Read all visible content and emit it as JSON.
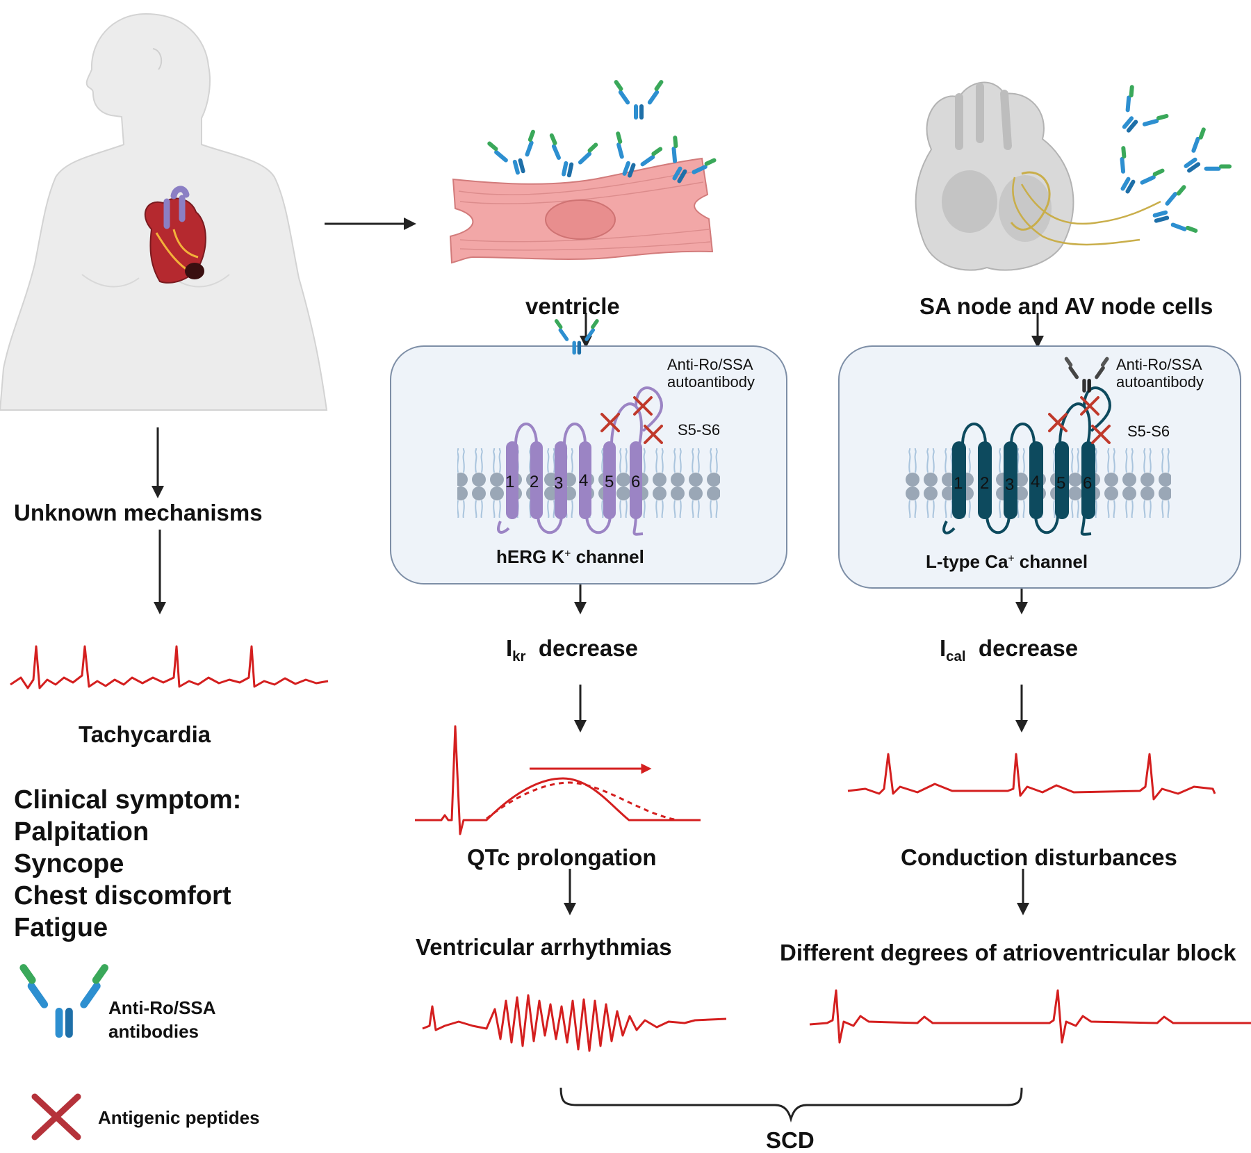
{
  "labels": {
    "ventricle": "ventricle",
    "sa_av": "SA node and AV node cells",
    "unknown": "Unknown mechanisms",
    "tachycardia": "Tachycardia",
    "autoantibody_1": "Anti-Ro/SSA",
    "autoantibody_2": "autoantibody",
    "s5s6": "S5-S6",
    "herg": "hERG K",
    "herg_sup": "+",
    "herg_tail": " channel",
    "ltype": "L-type Ca",
    "ltype_sup": "+",
    "ltype_tail": " channel",
    "ikr_main": "I",
    "ikr_sub": "kr",
    "ikr_tail": "  decrease",
    "ical_main": "I",
    "ical_sub": "cal",
    "ical_tail": "  decrease",
    "qtc": "QTc prolongation",
    "conduction": "Conduction disturbances",
    "ventricular": "Ventricular arrhythmias",
    "av_block": "Different degrees of atrioventricular block",
    "scd": "SCD"
  },
  "segments": [
    "1",
    "2",
    "3",
    "4",
    "5",
    "6"
  ],
  "symptoms": {
    "header": "Clinical symptom:",
    "items": [
      "Palpitation",
      "Syncope",
      "Chest discomfort",
      "Fatigue"
    ]
  },
  "legend": {
    "antibodies_1": "Anti-Ro/SSA",
    "antibodies_2": "antibodies",
    "peptides": "Antigenic peptides"
  },
  "colors": {
    "arrow": "#222222",
    "ecg_red": "#d41f1f",
    "herg_purple": "#9b84c4",
    "ltype_teal": "#0d4a5e",
    "panel_bg": "#eef3f9",
    "panel_border": "#7d8ea6",
    "antibody_blue": "#2d8fd0",
    "antibody_green": "#3aa85a",
    "cross_red": "#c0392b"
  }
}
